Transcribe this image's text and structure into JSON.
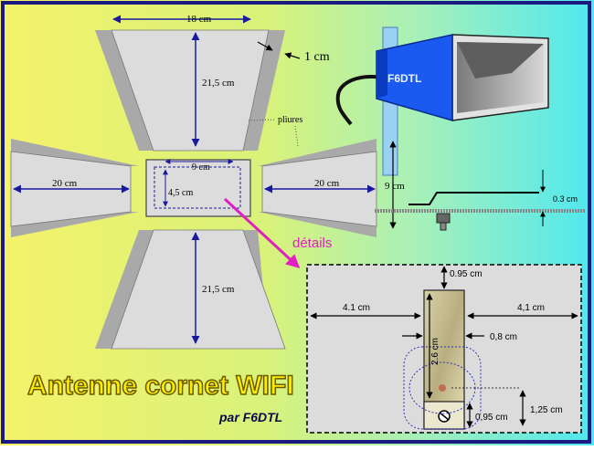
{
  "colors": {
    "bg_left": "#f4f26a",
    "bg_mid": "#a8f0b0",
    "bg_right": "#4fe8f0",
    "panel_fill": "#dcdcdc",
    "fold_fill": "#a9a9a9",
    "dim_blue": "#1a1aa0",
    "arrow_magenta": "#e020c0",
    "title_yellow": "#ffee00",
    "antenna_blue": "#1a5af0"
  },
  "labels": {
    "top_width": "18 cm",
    "fold_width": "1 cm",
    "top_height": "21,5 cm",
    "folds": "pliures",
    "left_width": "20 cm",
    "right_width": "20 cm",
    "center_width": "9 cm",
    "center_height": "4,5 cm",
    "bottom_height": "21,5 cm",
    "details": "détails",
    "antenna_logo": "F6DTL",
    "mount_height": "9 cm",
    "offset": "0.3 cm"
  },
  "detail": {
    "top_gap": "0.95 cm",
    "left": "4.1 cm",
    "right": "4,1 cm",
    "strip_width": "0,8 cm",
    "strip_length": "2.6 cm",
    "bottom_gap": "0,95 cm",
    "hole_height": "1,25 cm"
  },
  "title": {
    "main": "Antenne cornet WIFI",
    "byline": "par F6DTL"
  }
}
